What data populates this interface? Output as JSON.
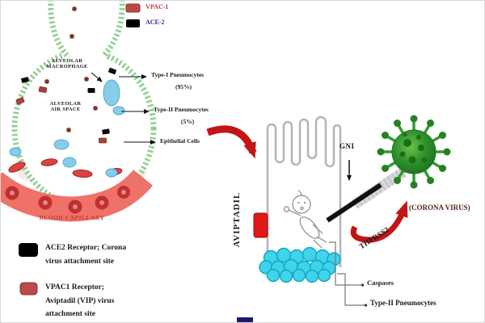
{
  "figure": {
    "title_context": "Aviptadil / VPAC1 and ACE2 receptor alveolar diagram",
    "top_legend": [
      {
        "label": "VPAC-1",
        "swatch_color": "#b94a48",
        "text_color": "#b04038"
      },
      {
        "label": "ACE-2",
        "swatch_color": "#000000",
        "text_color": "#2b2b8f"
      }
    ],
    "alveolus": {
      "macrophage_label": [
        "ALVEOLAR",
        "MACROPHAGE"
      ],
      "airspace_label": [
        "ALVEOLAR",
        "AIR SPACE"
      ],
      "capillary_label": "BLOOD CAPILLARY",
      "callouts": [
        {
          "label": "Type-I Pneumocytes",
          "percent": "(95%)"
        },
        {
          "label": "Type-II Pneumocytes",
          "percent": "(5%)"
        },
        {
          "label": "Epithelial Cells",
          "percent": ""
        }
      ]
    },
    "receptor_legend": [
      {
        "name": "ace2-legend",
        "swatch_color": "#000000",
        "lines": [
          "ACE2 Receptor; Corona",
          "virus attachment site"
        ]
      },
      {
        "name": "vpac1-legend",
        "swatch_color": "#b94a48",
        "lines": [
          "VPAC1 Receptor;",
          "Aviptadil (VIP) virus",
          "attachment site"
        ]
      }
    ],
    "right_panel": {
      "aviptadil": "AVIPTADIL",
      "gni": "GNI",
      "thprss2": "THPRSS2",
      "corona": "(CORONA VIRUS)",
      "caspases": "Caspases",
      "type2": "Type-II Pneumocytes"
    },
    "colors": {
      "capillary_band": "#ee7268",
      "rbc_ring": "#c03030",
      "alveolus_wall_green": "#8fcf8f",
      "virus_green": "#2f9e2f",
      "arrow_red": "#c41414",
      "cyan_cells": "#3fd4ea",
      "receptor_red_block": "#e01818",
      "corona_text": "#5a2318",
      "blood_capillary_text": "#c23b3b"
    }
  }
}
